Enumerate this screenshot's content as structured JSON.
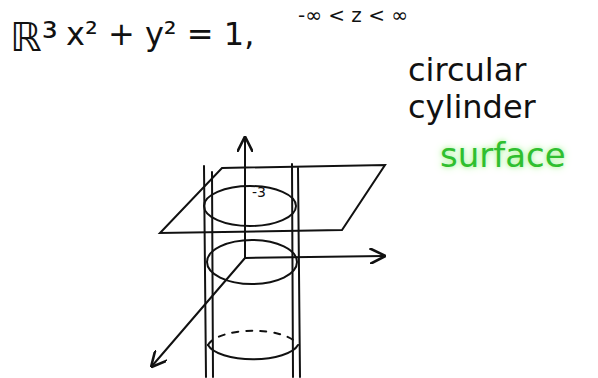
{
  "diagram": {
    "labels": [
      "ℝ³",
      "x² + y² = 1,",
      "-∞ < z < ∞",
      "circular cylinder",
      "surface",
      "-3"
    ]
  }
}
